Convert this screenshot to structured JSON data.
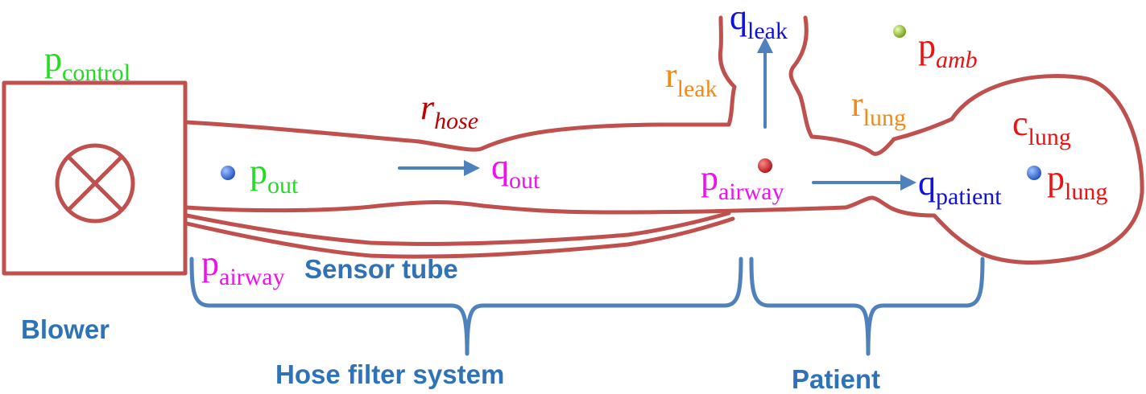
{
  "labels": {
    "p_control": {
      "main": "p",
      "sub": "control"
    },
    "p_out": {
      "main": "p",
      "sub": "out"
    },
    "q_out": {
      "main": "q",
      "sub": "out"
    },
    "r_hose": {
      "main": "r",
      "sub": "hose"
    },
    "q_leak": {
      "main": "q",
      "sub": "leak"
    },
    "r_leak": {
      "main": "r",
      "sub": "leak"
    },
    "p_amb": {
      "main": "p",
      "sub": "amb"
    },
    "r_lung": {
      "main": "r",
      "sub": "lung"
    },
    "c_lung": {
      "main": "c",
      "sub": "lung"
    },
    "p_airway": {
      "main": "p",
      "sub": "airway"
    },
    "q_patient": {
      "main": "q",
      "sub": "patient"
    },
    "p_lung": {
      "main": "p",
      "sub": "lung"
    },
    "p_airway_sensor": {
      "main": "p",
      "sub": "airway"
    }
  },
  "text": {
    "sensor_tube": "Sensor tube",
    "blower": "Blower",
    "hose_filter_system": "Hose filter system",
    "patient": "Patient"
  },
  "colors": {
    "outline": "#c0504d",
    "arrow": "#4f81bd",
    "brace": "#4f81bd",
    "green": "#22dd22",
    "magenta": "#ee11ee",
    "blue": "#1111dd",
    "red": "#ee1111",
    "orange": "#f28a1a",
    "dark_red": "#c00000",
    "text_blue": "#2f72b8"
  },
  "icons": [
    "blower-cross-circle-icon"
  ]
}
